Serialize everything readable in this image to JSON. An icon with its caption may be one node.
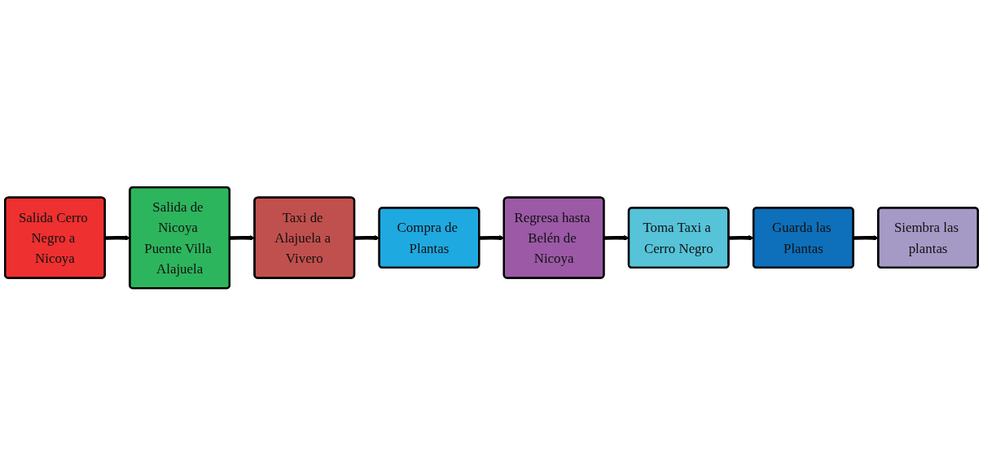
{
  "diagram": {
    "nodes": [
      {
        "text": [
          "Salida Cerro Negro a Nicoya"
        ]
      },
      {
        "text": [
          "Salida de Nicoya Puente Villa Alajuela"
        ]
      },
      {
        "text": [
          "Taxi de Alajuela a Vivero"
        ]
      },
      {
        "text": [
          "Compra de Plantas"
        ]
      },
      {
        "text": [
          "Regresa hasta Belén de Nicoya"
        ]
      },
      {
        "text": [
          "Toma Taxi a Cerro Negro"
        ]
      },
      {
        "text": [
          "Guarda las Plantas"
        ]
      },
      {
        "text": [
          "Siembra las plantas"
        ]
      }
    ],
    "edges": [
      {
        "from": 0,
        "to": 1,
        "arrow": "to"
      },
      {
        "from": 1,
        "to": 2,
        "arrow": "to"
      },
      {
        "from": 2,
        "to": 3,
        "arrow": "to"
      },
      {
        "from": 3,
        "to": 4,
        "arrow": "to"
      },
      {
        "from": 4,
        "to": 5,
        "arrow": "to"
      },
      {
        "from": 5,
        "to": 6,
        "arrow": "to"
      },
      {
        "from": 6,
        "to": 7,
        "arrow": "to"
      }
    ]
  }
}
